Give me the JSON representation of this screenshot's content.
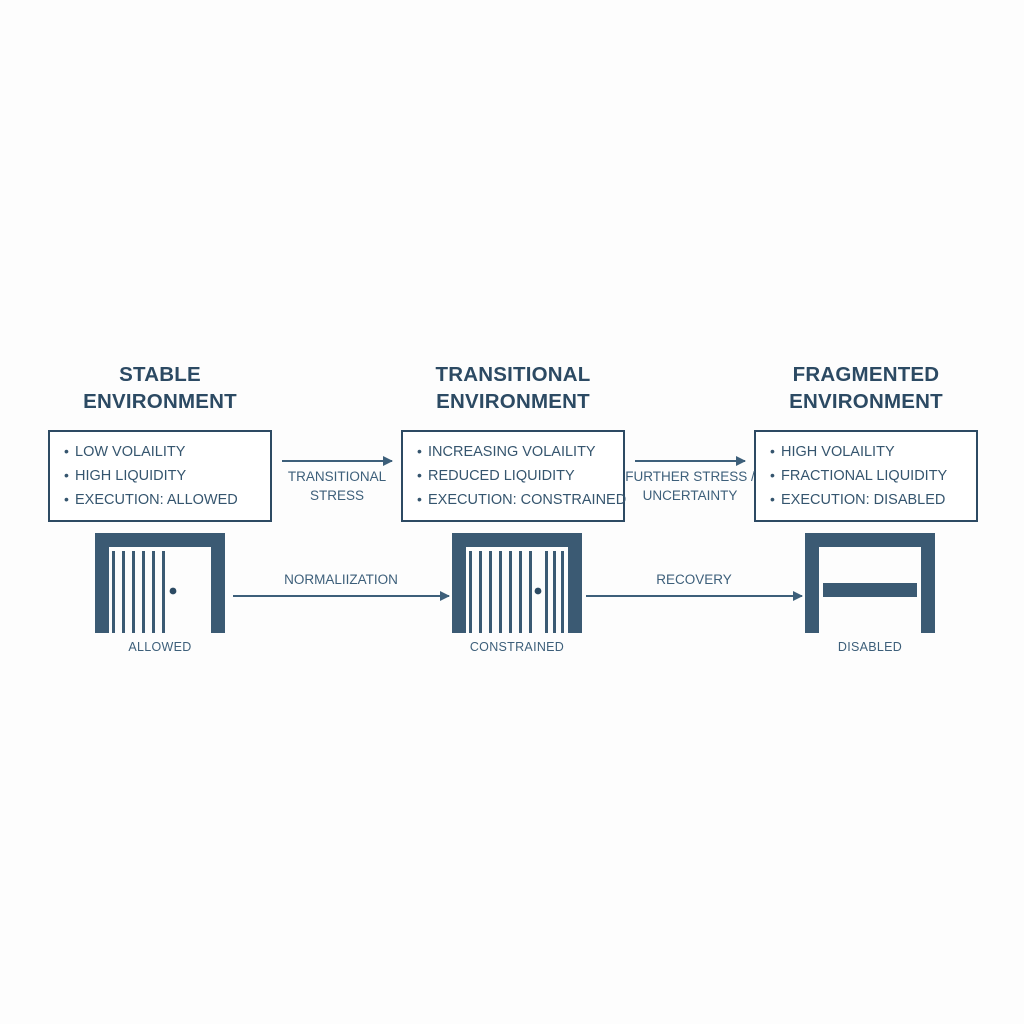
{
  "theme": {
    "background": "#fdfdfd",
    "ink_dark": "#2c4a63",
    "ink_body": "#35556e",
    "ink_muted": "#3d5f7a",
    "border": "#2d4a63",
    "gate_fill": "#3b5a73"
  },
  "stages": [
    {
      "heading_line1": "STABLE",
      "heading_line2": "ENVIRONMENT",
      "attributes": [
        "LOW VOLAILITY",
        "HIGH LIQUIDITY",
        "EXECUTION: ALLOWED"
      ],
      "gate_caption": "ALLOWED",
      "gate_state": "open"
    },
    {
      "heading_line1": "TRANSITIONAL",
      "heading_line2": "ENVIRONMENT",
      "attributes": [
        "INCREASING VOLAILITY",
        "REDUCED LIQUIDITY",
        "EXECUTION: CONSTRAINED"
      ],
      "gate_caption": "CONSTRAINED",
      "gate_state": "partial"
    },
    {
      "heading_line1": "FRAGMENTED",
      "heading_line2": "ENVIRONMENT",
      "attributes": [
        "HIGH VOLAILITY",
        "FRACTIONAL LIQUIDITY",
        "EXECUTION: DISABLED"
      ],
      "gate_caption": "DISABLED",
      "gate_state": "closed"
    }
  ],
  "forward_transitions": [
    {
      "line1": "TRANSITIONAL",
      "line2": "STRESS"
    },
    {
      "line1": "FURTHER STRESS /",
      "line2": "UNCERTAINTY"
    }
  ],
  "reverse_transitions": [
    {
      "line1": "NORMALIIZATION"
    },
    {
      "line1": "RECOVERY"
    }
  ],
  "bullet_glyph": "•"
}
